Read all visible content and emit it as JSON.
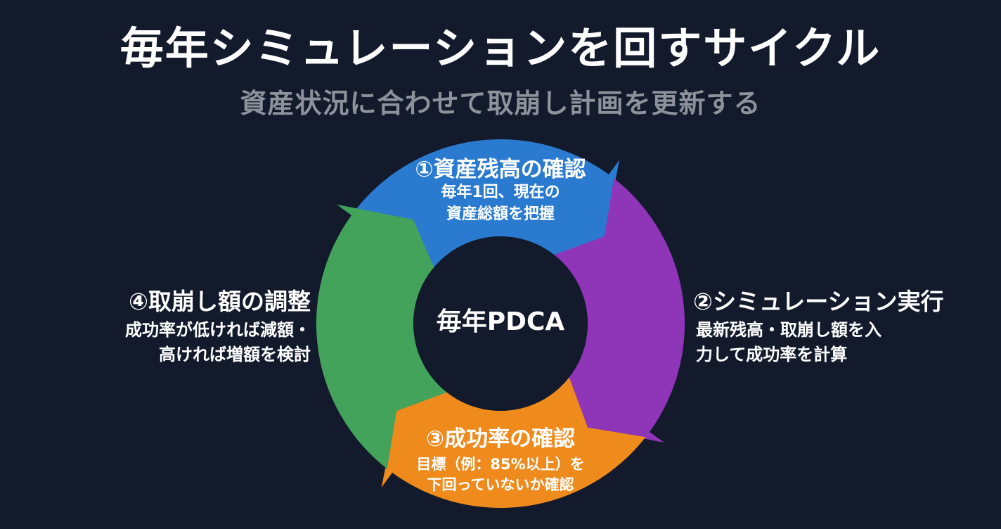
{
  "header": {
    "title": "毎年シミュレーションを回すサイクル",
    "subtitle": "資産状況に合わせて取崩し計画を更新する"
  },
  "center": {
    "label": "毎年PDCA"
  },
  "steps": [
    {
      "title": "①資産残高の確認",
      "lines": [
        "毎年1回、現在の",
        "資産総額を把握"
      ],
      "color": "#2a7bd0"
    },
    {
      "title": "②シミュレーション実行",
      "lines": [
        "最新残高・取崩し額を入",
        "力して成功率を計算"
      ],
      "color": "#8e35b8"
    },
    {
      "title": "③成功率の確認",
      "lines": [
        "目標（例：85%以上）を",
        "下回っていないか確認"
      ],
      "color": "#ef8a1c"
    },
    {
      "title": "④取崩し額の調整",
      "lines": [
        "成功率が低ければ減額・",
        "高ければ増額を検討"
      ],
      "color": "#43a35a"
    }
  ],
  "colors": {
    "background": "#121a2c",
    "subtitle": "#8d929b"
  }
}
